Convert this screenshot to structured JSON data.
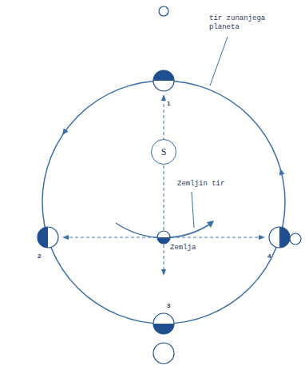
{
  "diagram": {
    "nodes": [
      {
        "text": [
          "S"
        ]
      }
    ],
    "labels": [
      "tir zunanjega planeta",
      "Zemljin tir",
      "Zemlja",
      "1",
      "2",
      "3",
      "4"
    ]
  }
}
